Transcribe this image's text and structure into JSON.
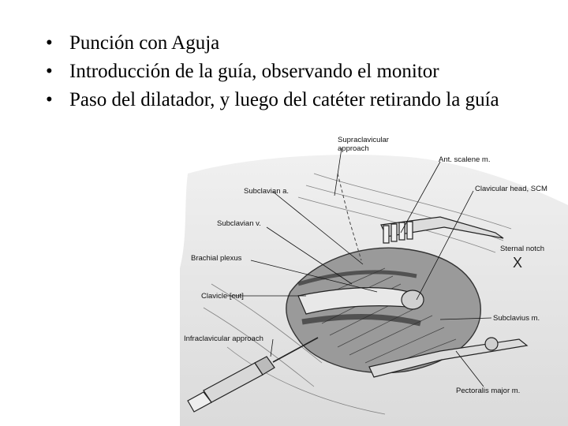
{
  "slide": {
    "bullets": [
      "Punción con Aguja",
      "Introducción  de la guía, observando el monitor",
      "Paso del dilatador, y luego del catéter retirando la guía"
    ],
    "bullet_glyph": "•"
  },
  "figure": {
    "labels": {
      "supraclavicular": "Supraclavicular approach",
      "supraclavicular_line1": "Supraclavicular",
      "supraclavicular_line2": "approach",
      "ant_scalene": "Ant. scalene m.",
      "subclavian_a": "Subclavian a.",
      "clavicular_head": "Clavicular head, SCM",
      "subclavian_v": "Subclavian v.",
      "sternal_notch": "Sternal notch",
      "sternal_mark": "X",
      "brachial_plexus": "Brachial plexus",
      "clavicle": "Clavicle [cut]",
      "subclavius": "Subclavius m.",
      "infraclavicular": "Infraclavicular approach",
      "pectoralis": "Pectoralis major m."
    }
  }
}
